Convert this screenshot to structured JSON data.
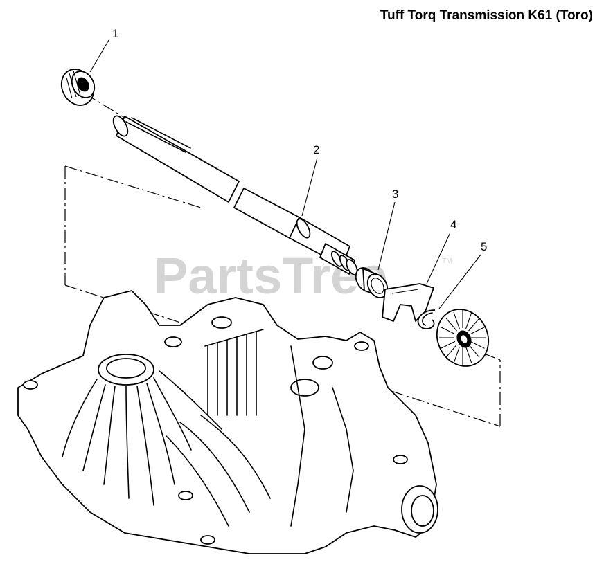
{
  "title": "Tuff Torq Transmission K61 (Toro)",
  "watermark": "PartsTree",
  "watermark_mark": "TM",
  "callouts": [
    "1",
    "2",
    "3",
    "4",
    "5"
  ],
  "parts": [
    {
      "number": "1",
      "icon": "seal-icon"
    },
    {
      "number": "2",
      "icon": "shaft-icon"
    },
    {
      "number": "3",
      "icon": "bushing-icon"
    },
    {
      "number": "4",
      "icon": "clip-icon"
    },
    {
      "number": "5",
      "icon": "bevel-gear-icon"
    }
  ],
  "colors": {
    "line": "#000000",
    "background": "#ffffff",
    "watermark": "#d4d4d4"
  }
}
